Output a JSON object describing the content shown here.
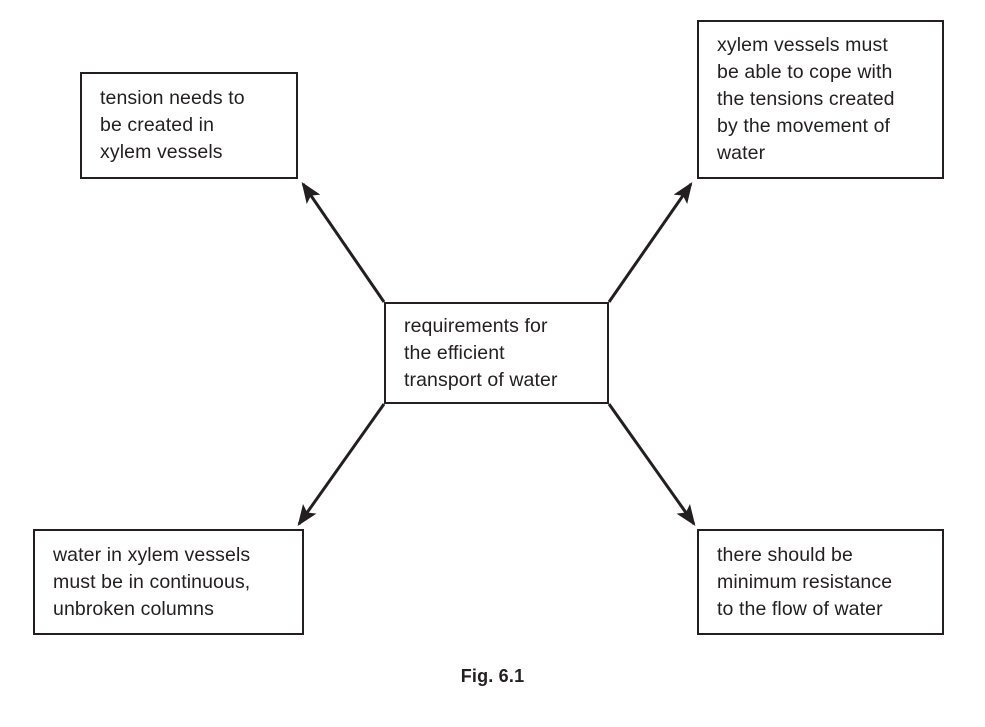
{
  "figure": {
    "caption": "Fig. 6.1",
    "background_color": "#ffffff",
    "ink_color": "#231f20"
  },
  "diagram": {
    "type": "radial-spider",
    "center": {
      "id": "center",
      "text": "requirements for\nthe efficient\ntransport of water"
    },
    "nodes": [
      {
        "id": "top-left",
        "text": "tension needs to\nbe created in\nxylem vessels"
      },
      {
        "id": "top-right",
        "text": "xylem vessels must\nbe able to cope with\nthe tensions created\nby the movement of\nwater"
      },
      {
        "id": "bottom-left",
        "text": "water in xylem vessels\nmust be in continuous,\nunbroken columns"
      },
      {
        "id": "bottom-right",
        "text": "there should be\nminimum resistance\nto the flow of water"
      }
    ],
    "connectors": [
      {
        "id": "center-to-top-left",
        "from": "center",
        "to": "top-left",
        "style": "solid-arrow"
      },
      {
        "id": "center-to-top-right",
        "from": "center",
        "to": "top-right",
        "style": "solid-arrow"
      },
      {
        "id": "center-to-bottom-left",
        "from": "center",
        "to": "bottom-left",
        "style": "solid-arrow"
      },
      {
        "id": "center-to-bottom-right",
        "from": "center",
        "to": "bottom-right",
        "style": "solid-arrow"
      }
    ]
  }
}
